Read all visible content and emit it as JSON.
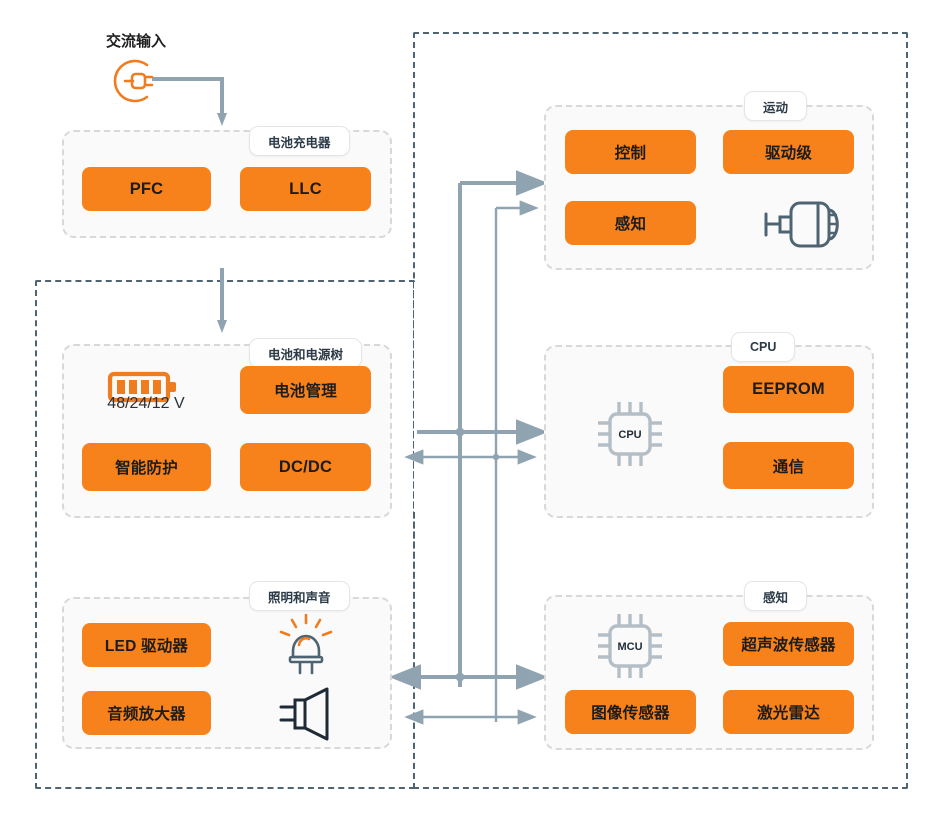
{
  "diagram": {
    "title": "Power and control block diagram",
    "colors": {
      "block_orange": "#f7821b",
      "zone_dash": "#4e6472",
      "card_dash": "#d6d8da",
      "card_fill": "#fafafa",
      "wire": "#8fa4b0",
      "icon_slate": "#4e6472",
      "icon_gray": "#b4bec6"
    },
    "source": {
      "label": "交流输入",
      "icon": "ac-plug-icon"
    },
    "groups": [
      {
        "id": "battery-charger",
        "title": "电池充电器",
        "blocks": [
          {
            "label": "PFC",
            "script": "latin"
          },
          {
            "label": "LLC",
            "script": "latin"
          }
        ],
        "icons": []
      },
      {
        "id": "battery-power-tree",
        "title": "电池和电源树",
        "blocks": [
          {
            "label": "电池管理",
            "script": "cjk"
          },
          {
            "label": "智能防护",
            "script": "cjk"
          },
          {
            "label": "DC/DC",
            "script": "latin"
          }
        ],
        "icons": [
          {
            "name": "battery-icon",
            "caption": "48/24/12 V"
          }
        ]
      },
      {
        "id": "lighting-and-sound",
        "title": "照明和声音",
        "blocks": [
          {
            "label": "LED 驱动器",
            "script": "cjk"
          },
          {
            "label": "音频放大器",
            "script": "cjk"
          }
        ],
        "icons": [
          {
            "name": "led-lamp-icon",
            "caption": ""
          },
          {
            "name": "speaker-icon",
            "caption": ""
          }
        ]
      },
      {
        "id": "motion",
        "title": "运动",
        "blocks": [
          {
            "label": "控制",
            "script": "cjk"
          },
          {
            "label": "驱动级",
            "script": "cjk"
          },
          {
            "label": "感知",
            "script": "cjk"
          }
        ],
        "icons": [
          {
            "name": "motor-icon",
            "caption": ""
          }
        ]
      },
      {
        "id": "cpu",
        "title": "CPU",
        "blocks": [
          {
            "label": "EEPROM",
            "script": "latin"
          },
          {
            "label": "通信",
            "script": "cjk"
          }
        ],
        "icons": [
          {
            "name": "cpu-chip-icon",
            "caption": "CPU"
          }
        ]
      },
      {
        "id": "sensing",
        "title": "感知",
        "blocks": [
          {
            "label": "超声波传感器",
            "script": "cjk"
          },
          {
            "label": "图像传感器",
            "script": "cjk"
          },
          {
            "label": "激光雷达",
            "script": "cjk"
          }
        ],
        "icons": [
          {
            "name": "mcu-chip-icon",
            "caption": "MCU"
          }
        ]
      }
    ]
  }
}
